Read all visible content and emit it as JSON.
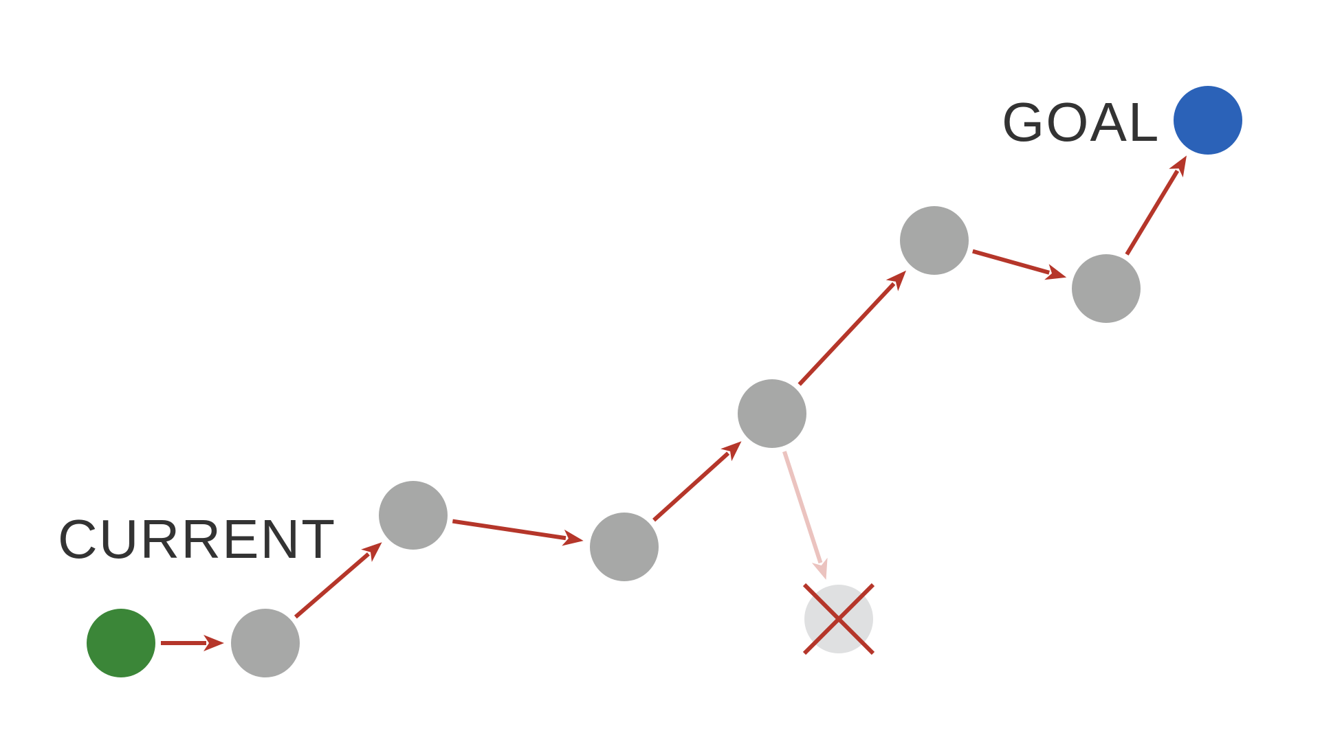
{
  "labels": {
    "current": "CURRENT",
    "goal": "GOAL"
  },
  "colors": {
    "background": "#ffffff",
    "current_node": "#3b8638",
    "goal_node": "#2b62b8",
    "intermediate_node": "#a7a8a7",
    "dead_end_node": "#dfe0e1",
    "arrow": "#b5362a",
    "faded_arrow": "#ebc3bf",
    "cross": "#b5362a",
    "label_text": "#333333"
  },
  "nodes": [
    {
      "id": "current",
      "kind": "current"
    },
    {
      "id": "step-1",
      "kind": "intermediate"
    },
    {
      "id": "step-2",
      "kind": "intermediate"
    },
    {
      "id": "step-3",
      "kind": "intermediate"
    },
    {
      "id": "step-4",
      "kind": "intermediate"
    },
    {
      "id": "step-5",
      "kind": "intermediate"
    },
    {
      "id": "step-6",
      "kind": "intermediate"
    },
    {
      "id": "goal",
      "kind": "goal"
    },
    {
      "id": "dead-end",
      "kind": "dead_end"
    }
  ],
  "edges": [
    {
      "from": "current",
      "to": "step-1",
      "style": "path"
    },
    {
      "from": "step-1",
      "to": "step-2",
      "style": "path"
    },
    {
      "from": "step-2",
      "to": "step-3",
      "style": "path"
    },
    {
      "from": "step-3",
      "to": "step-4",
      "style": "path"
    },
    {
      "from": "step-4",
      "to": "step-5",
      "style": "path"
    },
    {
      "from": "step-5",
      "to": "step-6",
      "style": "path"
    },
    {
      "from": "step-6",
      "to": "goal",
      "style": "path"
    },
    {
      "from": "step-4",
      "to": "dead-end",
      "style": "rejected"
    }
  ]
}
